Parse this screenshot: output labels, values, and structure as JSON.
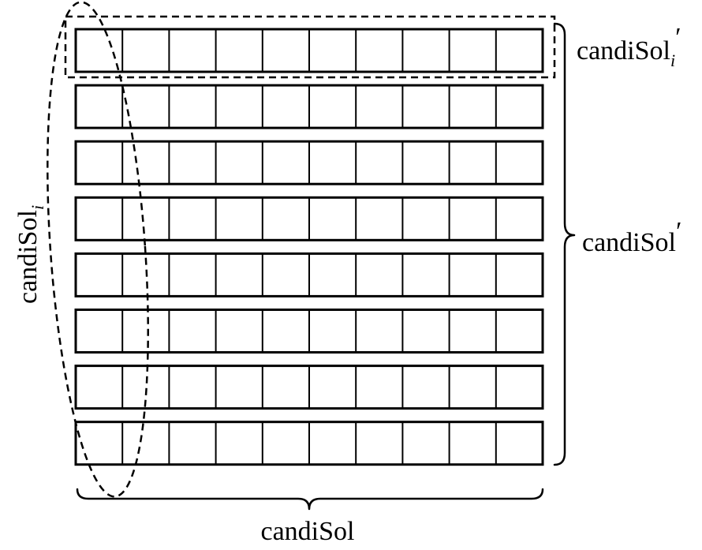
{
  "grid": {
    "rows": 8,
    "cols": 10
  },
  "labels": {
    "bottom": {
      "base": "candiSol",
      "sub": "",
      "prime": ""
    },
    "right": {
      "base": "candiSol",
      "sub": "",
      "prime": "′"
    },
    "top_right": {
      "base": "candiSol",
      "sub": "i",
      "prime": "′"
    },
    "left": {
      "base": "candiSol",
      "sub": "i",
      "prime": ""
    }
  }
}
